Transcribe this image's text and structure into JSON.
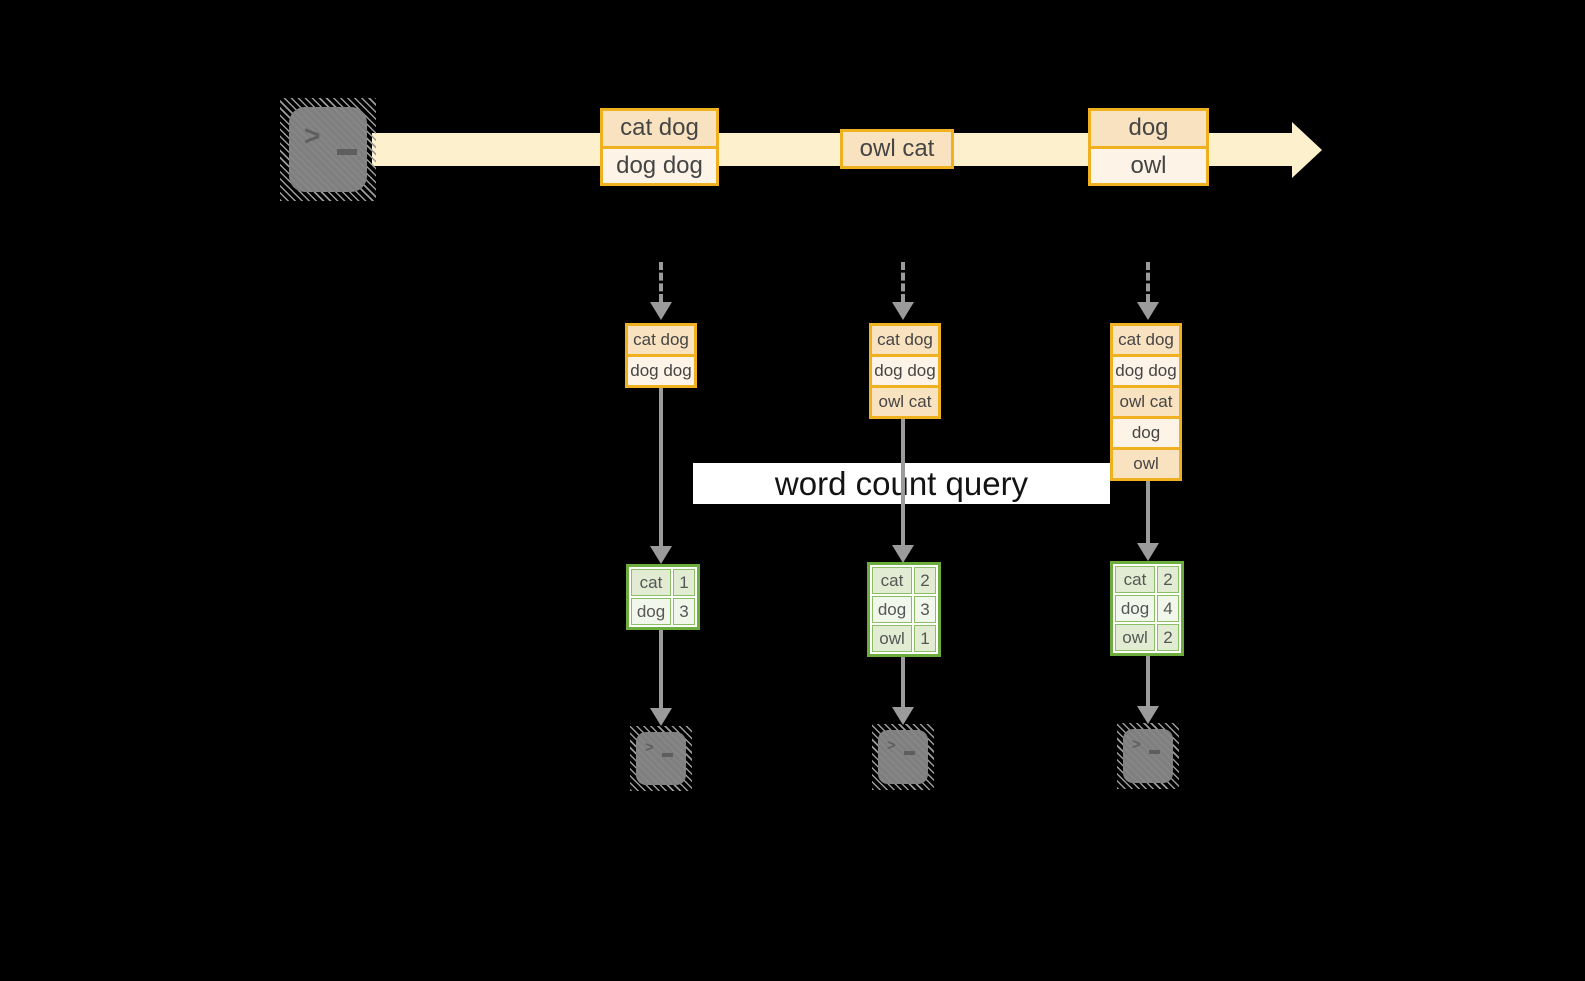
{
  "colors": {
    "background": "#000000",
    "stream_band": "#fcf1cc",
    "event_border": "#efb11f",
    "event_fill_dark": "#f9e2c0",
    "event_fill_light": "#fdf4e7",
    "table_border": "#6cad3d",
    "cell_border": "#8abf63",
    "cell_fill_dark": "#e2ecd3",
    "cell_fill_light": "#f2f7ec",
    "arrow_gray": "#9b9b9b",
    "terminal_gray": "#7f7f7f",
    "banner_bg": "#ffffff"
  },
  "banner": {
    "label": "word count query"
  },
  "terminal": {
    "chevron": ">"
  },
  "stream": {
    "events": [
      {
        "lines": [
          "cat dog",
          "dog dog"
        ]
      },
      {
        "lines": [
          "owl cat"
        ]
      },
      {
        "lines": [
          "dog",
          "owl"
        ]
      }
    ]
  },
  "columns": [
    {
      "buffer": [
        "cat dog",
        "dog dog"
      ],
      "counts": [
        {
          "word": "cat",
          "count": "1"
        },
        {
          "word": "dog",
          "count": "3"
        }
      ]
    },
    {
      "buffer": [
        "cat dog",
        "dog dog",
        "owl cat"
      ],
      "counts": [
        {
          "word": "cat",
          "count": "2"
        },
        {
          "word": "dog",
          "count": "3"
        },
        {
          "word": "owl",
          "count": "1"
        }
      ]
    },
    {
      "buffer": [
        "cat dog",
        "dog dog",
        "owl cat",
        "dog",
        "owl"
      ],
      "counts": [
        {
          "word": "cat",
          "count": "2"
        },
        {
          "word": "dog",
          "count": "4"
        },
        {
          "word": "owl",
          "count": "2"
        }
      ]
    }
  ]
}
